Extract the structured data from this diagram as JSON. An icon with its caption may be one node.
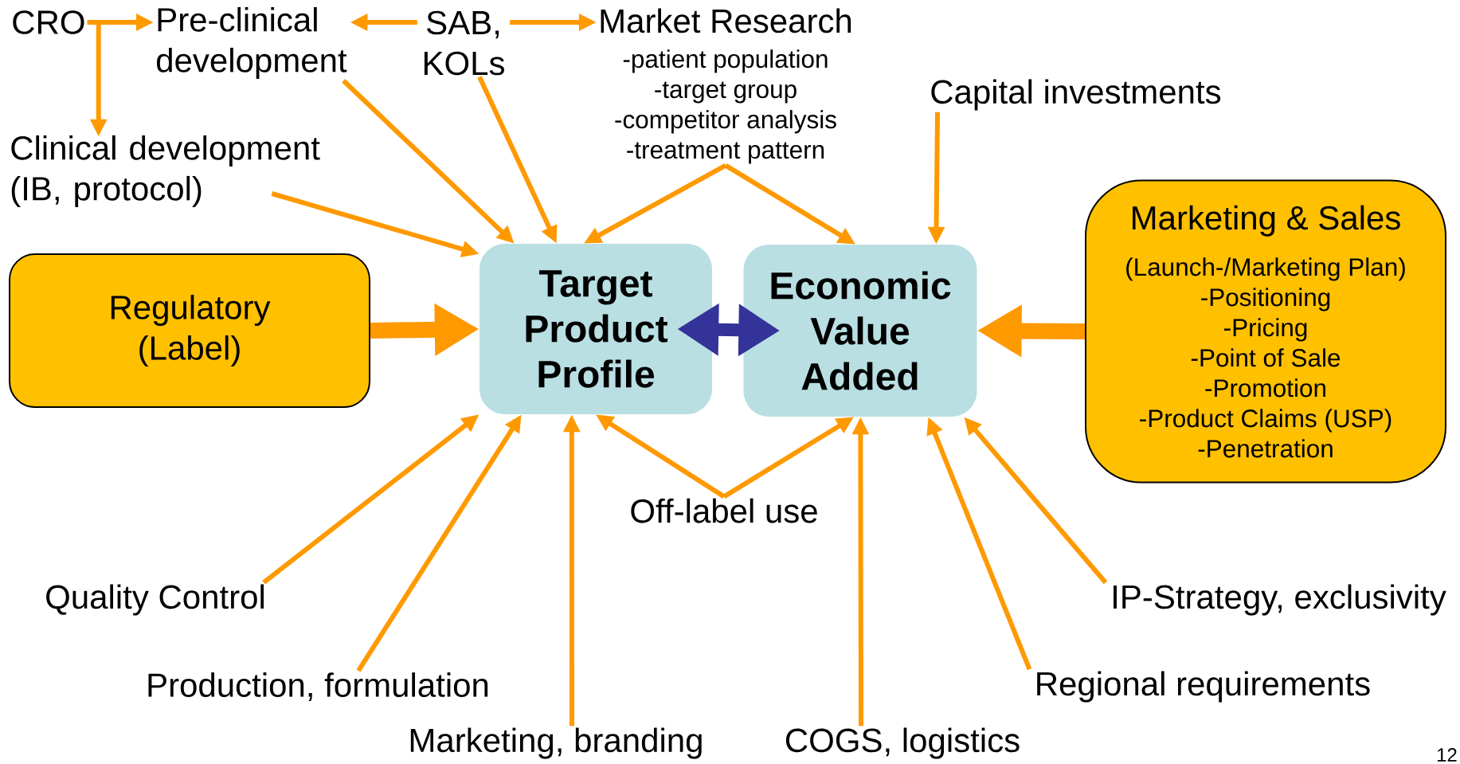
{
  "diagram": {
    "nodes": [
      {
        "text": [
          "CRO"
        ]
      },
      {
        "text": [
          "Pre-clinical development"
        ]
      },
      {
        "text": [
          "SAB, KOLs"
        ]
      },
      {
        "text": [
          "Market Research",
          "-patient population",
          "-target group",
          "-competitor analysis",
          "-treatment pattern"
        ]
      },
      {
        "text": [
          "Capital investments"
        ]
      },
      {
        "text": [
          "Clinical development (IB, protocol)"
        ]
      },
      {
        "text": [
          "Regulatory (Label)"
        ]
      },
      {
        "text": [
          "Target Product Profile"
        ]
      },
      {
        "text": [
          "Economic Value Added"
        ]
      },
      {
        "text": [
          "Marketing & Sales",
          "(Launch-/Marketing Plan)",
          "-Positioning",
          "-Pricing",
          "-Point of Sale",
          "-Promotion",
          "-Product Claims (USP)",
          "-Penetration"
        ]
      },
      {
        "text": [
          "Off-label use"
        ]
      },
      {
        "text": [
          "Quality Control"
        ]
      },
      {
        "text": [
          "Production, formulation"
        ]
      },
      {
        "text": [
          "Marketing, branding"
        ]
      },
      {
        "text": [
          "COGS, logistics"
        ]
      },
      {
        "text": [
          "Regional requirements"
        ]
      },
      {
        "text": [
          "IP-Strategy, exclusivity"
        ]
      }
    ],
    "edges": [
      {
        "from": 0,
        "to": 1,
        "arrow": "to"
      },
      {
        "from": 0,
        "to": 5,
        "arrow": "to"
      },
      {
        "from": 2,
        "to": 1,
        "arrow": "to"
      },
      {
        "from": 2,
        "to": 3,
        "arrow": "to"
      },
      {
        "from": 1,
        "to": 7,
        "arrow": "to"
      },
      {
        "from": 2,
        "to": 7,
        "arrow": "to"
      },
      {
        "from": 5,
        "to": 7,
        "arrow": "to"
      },
      {
        "from": 3,
        "to": 7,
        "arrow": "to"
      },
      {
        "from": 3,
        "to": 8,
        "arrow": "to"
      },
      {
        "from": 4,
        "to": 8,
        "arrow": "to"
      },
      {
        "from": 6,
        "to": 7,
        "arrow": "to",
        "style": "thick"
      },
      {
        "from": 7,
        "to": 8,
        "arrow": "both",
        "style": "thick",
        "color": "#333399"
      },
      {
        "from": 9,
        "to": 8,
        "arrow": "to",
        "style": "thick"
      },
      {
        "from": 10,
        "to": 7,
        "arrow": "to"
      },
      {
        "from": 10,
        "to": 8,
        "arrow": "to"
      },
      {
        "from": 11,
        "to": 7,
        "arrow": "to"
      },
      {
        "from": 12,
        "to": 7,
        "arrow": "to"
      },
      {
        "from": 13,
        "to": 7,
        "arrow": "to"
      },
      {
        "from": 14,
        "to": 8,
        "arrow": "to"
      },
      {
        "from": 15,
        "to": 8,
        "arrow": "to"
      },
      {
        "from": 16,
        "to": 8,
        "arrow": "to"
      }
    ],
    "labels": [
      "12"
    ]
  }
}
